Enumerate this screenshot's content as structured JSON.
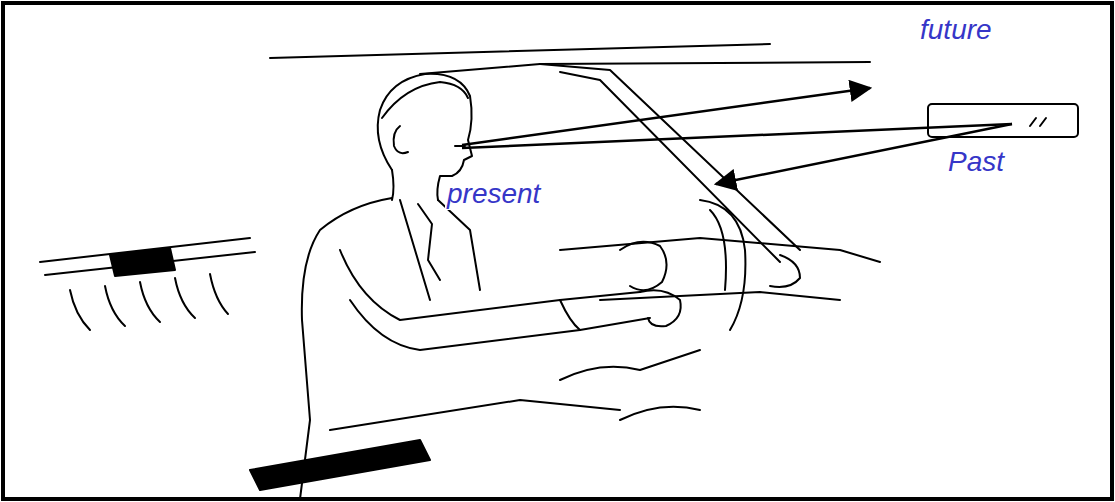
{
  "diagram": {
    "labels": [
      "future",
      "Past",
      "present"
    ]
  }
}
